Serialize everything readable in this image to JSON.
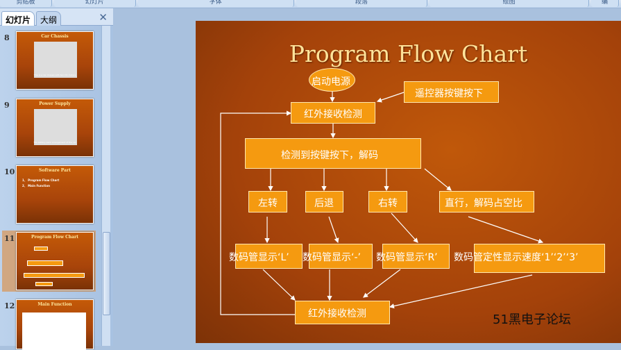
{
  "ribbon": {
    "groups": [
      "剪贴板",
      "幻灯片",
      "字体",
      "段落",
      "绘图",
      "编"
    ]
  },
  "panel": {
    "tabs": [
      "幻灯片",
      "大纲"
    ],
    "close": "✕"
  },
  "thumbnails": [
    {
      "num": "8",
      "title": "Car Chassis",
      "caption": "This is a car chassis with two DC motors"
    },
    {
      "num": "9",
      "title": "Power Supply",
      "caption": "The battery pack arrangement of the car"
    },
    {
      "num": "10",
      "title": "Software Part",
      "items": [
        "1、 Program Flow Chart",
        "2、 Main Function"
      ]
    },
    {
      "num": "11",
      "title": "Program Flow Chart"
    },
    {
      "num": "12",
      "title": "Main Function"
    }
  ],
  "slide": {
    "title": "Program Flow Chart",
    "power": "启动电源",
    "remote": "遥控器按键按下",
    "ir1": "红外接收检测",
    "decode": "检测到按键按下，解码",
    "left": "左转",
    "back": "后退",
    "right": "右转",
    "straight": "直行，解码占空比",
    "dispL": "数码管显示‘L’",
    "dispDash": "数码管显示‘-’",
    "dispR": "数码管显示‘R’",
    "dispSpeed": "数码管定性显示速度‘1’‘2’‘3’",
    "ir2": "红外接收检测",
    "watermark": "51黑电子论坛"
  }
}
